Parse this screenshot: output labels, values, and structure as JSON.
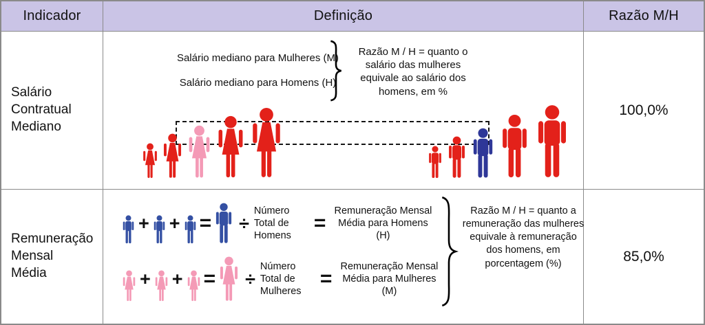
{
  "header": {
    "indicator": "Indicador",
    "definition": "Definição",
    "ratio": "Razão M/H"
  },
  "row1": {
    "indicator": "Salário Contratual Mediano",
    "ratio": "100,0%",
    "women_label": "Salário mediano para Mulheres (M)",
    "men_label": "Salário mediano para Homens (H)",
    "explanation": "Razão M / H = quanto o salário das mulheres equivale ao salário dos homens, em %"
  },
  "row2": {
    "indicator": "Remuneração Mensal Média",
    "ratio": "85,0%",
    "plus": "+",
    "equals": "=",
    "divide": "÷",
    "men_total_label": "Número Total de Homens",
    "men_result_label": "Remuneração Mensal Média para Homens (H)",
    "women_total_label": "Número Total de Mulheres",
    "women_result_label": "Remuneração Mensal Média para Mulheres (M)",
    "explanation": "Razão M / H = quanto a remuneração das mulheres equivale à remuneração dos homens, em porcentagem (%)"
  },
  "colors": {
    "red": "#e3211a",
    "pink": "#f49ab6",
    "blue": "#3450a3",
    "blue_dark": "#2e3798",
    "header_bg": "#cac4e6",
    "border": "#8a8a8a"
  }
}
